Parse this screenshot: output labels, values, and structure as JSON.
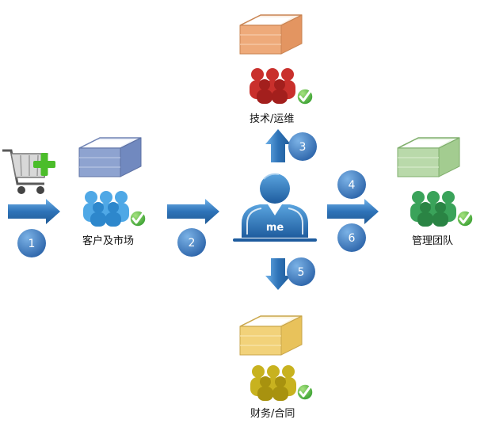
{
  "nodes": {
    "customers": {
      "label": "客户及市场",
      "color": "#4fa8e6"
    },
    "tech": {
      "label": "技术/运维",
      "color": "#c9302c"
    },
    "management": {
      "label": "管理团队",
      "color": "#3aa35a"
    },
    "finance": {
      "label": "财务/合同",
      "color": "#c8b21f"
    },
    "me": {
      "label": "me",
      "color": "#2f7fc4"
    }
  },
  "steps": [
    "1",
    "2",
    "3",
    "4",
    "5",
    "6"
  ],
  "colors": {
    "step_badge": "#2f6fb3",
    "arrow": "#2e73b8",
    "check": "#49b13f",
    "cart_plus": "#4bbd2a"
  },
  "icons": [
    "shopping-cart-icon",
    "tray-icon",
    "people-group-icon",
    "checkmark-icon",
    "person-icon"
  ]
}
